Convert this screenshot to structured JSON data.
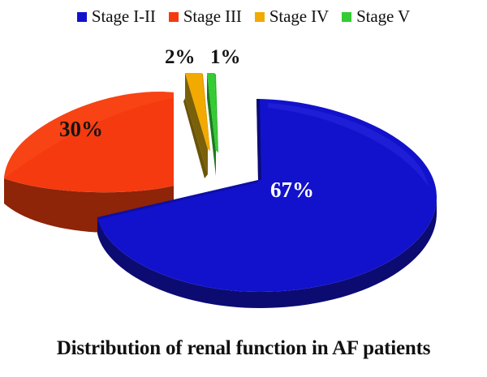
{
  "chart_data": {
    "type": "pie",
    "title": "Distribution of renal function in AF patients",
    "xlabel": "",
    "ylabel": "",
    "legend_position": "top",
    "exploded": true,
    "three_d": true,
    "categories": [
      "Stage I-II",
      "Stage III",
      "Stage IV",
      "Stage V"
    ],
    "values": [
      67,
      30,
      2,
      1
    ],
    "unit": "%",
    "data_labels": [
      "67%",
      "30%",
      "2%",
      "1%"
    ],
    "slice_colors": [
      "#1212CC",
      "#F53A10",
      "#F2A900",
      "#33CC33"
    ],
    "slice_side_colors": [
      "#0B0B72",
      "#8E2408",
      "#7A6008",
      "#1E7A1E"
    ],
    "label_colors": [
      "#FFFFFF",
      "#141414",
      "#141414",
      "#141414"
    ],
    "slices": [
      {
        "name": "Stage I-II",
        "value": 67,
        "label": "67%",
        "color": "#1212CC",
        "side_color": "#0B0B72"
      },
      {
        "name": "Stage III",
        "value": 30,
        "label": "30%",
        "color": "#F53A10",
        "side_color": "#8E2408"
      },
      {
        "name": "Stage IV",
        "value": 2,
        "label": "2%",
        "color": "#F2A900",
        "side_color": "#7A6008"
      },
      {
        "name": "Stage V",
        "value": 1,
        "label": "1%",
        "color": "#33CC33",
        "side_color": "#1E7A1E"
      }
    ]
  },
  "legend": {
    "items": [
      {
        "label": "Stage I-II",
        "color": "#1212CC"
      },
      {
        "label": "Stage III",
        "color": "#F53A10"
      },
      {
        "label": "Stage IV",
        "color": "#F2A900"
      },
      {
        "label": "Stage V",
        "color": "#33CC33"
      }
    ]
  },
  "labels": {
    "stage12": "67%",
    "stage3": "30%",
    "stage4": "2%",
    "stage5": "1%"
  },
  "title": "Distribution of renal function in AF patients"
}
